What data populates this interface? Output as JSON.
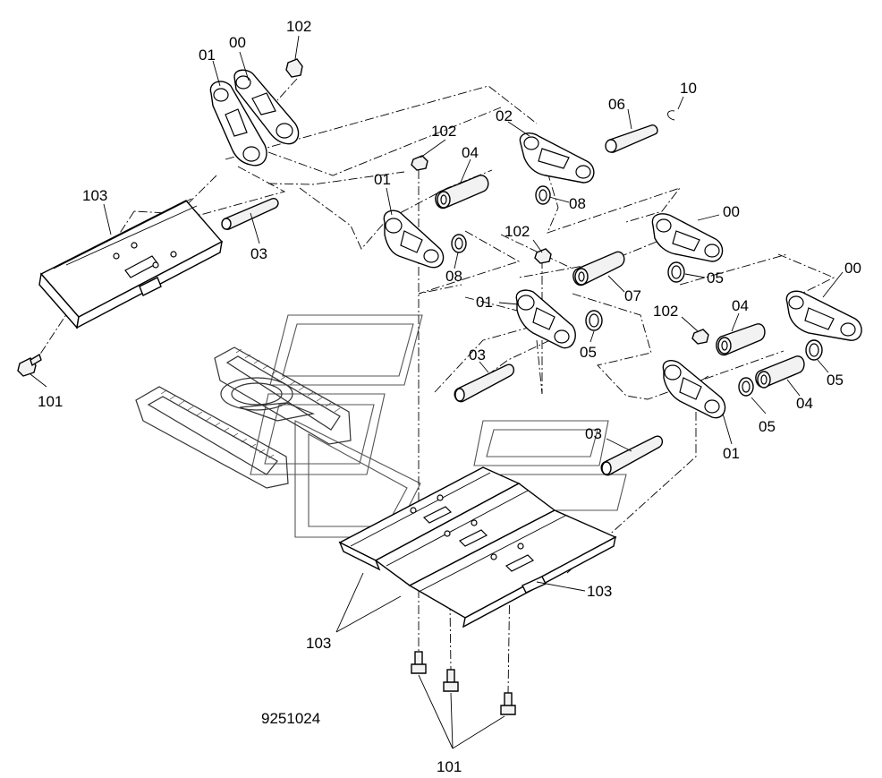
{
  "drawing": {
    "number": "9251024"
  },
  "callouts": {
    "c00_a": "00",
    "c01_a": "01",
    "c102_a": "102",
    "c02": "02",
    "c06": "06",
    "c10": "10",
    "c102_b": "102",
    "c04_a": "04",
    "c01_b": "01",
    "c08_a": "08",
    "c103_a": "103",
    "c03_a": "03",
    "c00_b": "00",
    "c102_c": "102",
    "c08_b": "08",
    "c05_a": "05",
    "c07": "07",
    "c01_c": "01",
    "c00_c": "00",
    "c102_d": "102",
    "c04_b": "04",
    "c05_b": "05",
    "c03_b": "03",
    "c05_c": "05",
    "c04_c": "04",
    "c05_d": "05",
    "c101_a": "101",
    "c03_c": "03",
    "c01_d": "01",
    "c103_b": "103",
    "c103_c": "103",
    "c101_b": "101"
  },
  "part_icons": {
    "link": "track-link-icon",
    "pin": "track-pin-icon",
    "bushing": "bushing-icon",
    "seal": "seal-ring-icon",
    "nut": "shoe-nut-icon",
    "bolt": "shoe-bolt-icon",
    "shoe": "track-shoe-icon",
    "retainer": "retaining-ring-icon",
    "undercarriage": "undercarriage-thumbnail-icon"
  }
}
